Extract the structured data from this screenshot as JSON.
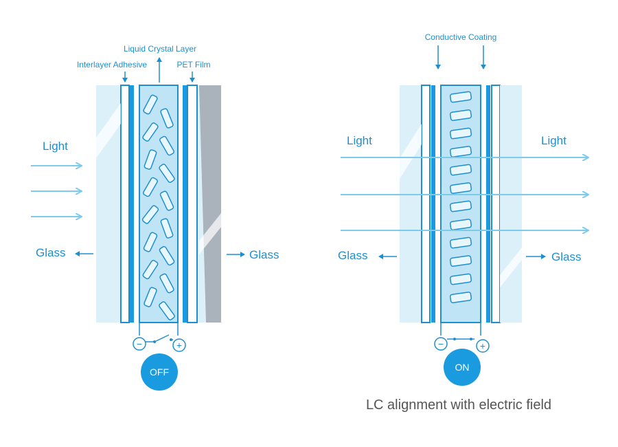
{
  "colors": {
    "accent": "#1a9be0",
    "accent_dark": "#1d8fd0",
    "glass_light": "#dcf0fa",
    "lc_fill": "#bfe4f6",
    "grey_panel": "#aab3bb",
    "arrow": "#7ccaec",
    "caption": "#555555"
  },
  "left_panel": {
    "labels": {
      "liquid_crystal_layer": "Liquid Crystal Layer",
      "interlayer_adhesive": "Interlayer Adhesive",
      "pet_film": "PET Film",
      "light": "Light",
      "glass_left": "Glass",
      "glass_right": "Glass",
      "minus": "−",
      "plus": "+"
    },
    "state_badge": "OFF"
  },
  "right_panel": {
    "labels": {
      "conductive_coating": "Conductive Coating",
      "light_left": "Light",
      "light_right": "Light",
      "glass_left": "Glass",
      "glass_right": "Glass",
      "minus": "−",
      "plus": "+"
    },
    "state_badge": "ON"
  },
  "caption": "LC alignment with electric field"
}
